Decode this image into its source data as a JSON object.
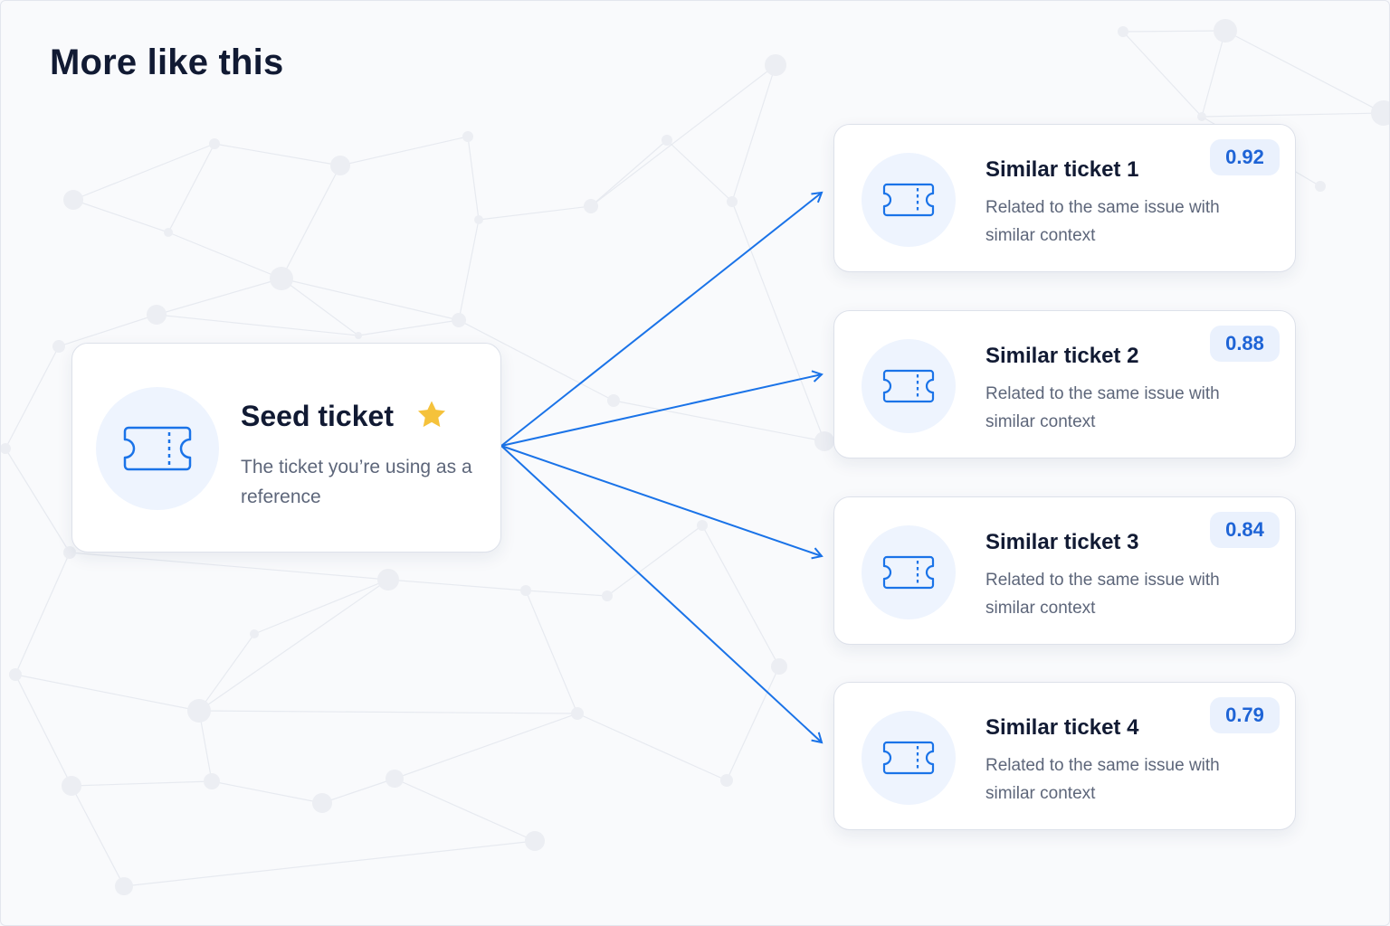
{
  "page": {
    "title": "More like this"
  },
  "colors": {
    "accent": "#1a73e8",
    "badge_bg": "#eaf1fd",
    "icon_circle_bg": "#eef4fe",
    "star": "#f5c23b",
    "heading": "#111a33",
    "muted_text": "#5d667a"
  },
  "seed": {
    "title": "Seed ticket",
    "description": "The ticket you’re using as a reference",
    "icon": "ticket-icon",
    "badge_icon": "star-icon"
  },
  "similar": [
    {
      "title": "Similar ticket 1",
      "description": "Related to the same issue with similar context",
      "score": "0.92",
      "icon": "ticket-icon"
    },
    {
      "title": "Similar ticket 2",
      "description": "Related to the same issue with similar context",
      "score": "0.88",
      "icon": "ticket-icon"
    },
    {
      "title": "Similar ticket 3",
      "description": "Related to the same issue with similar context",
      "score": "0.84",
      "icon": "ticket-icon"
    },
    {
      "title": "Similar ticket 4",
      "description": "Related to the same issue with similar context",
      "score": "0.79",
      "icon": "ticket-icon"
    }
  ]
}
